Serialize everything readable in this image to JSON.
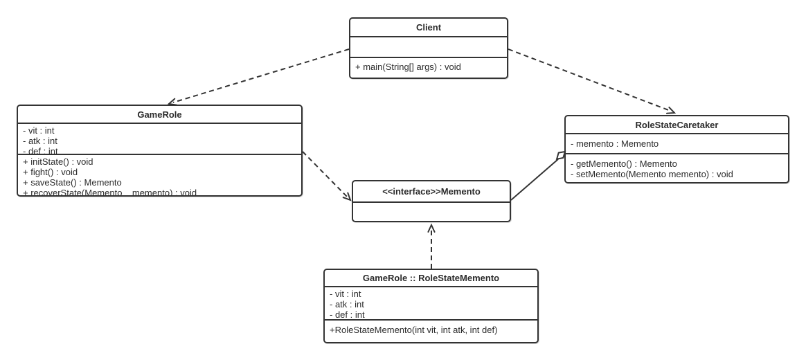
{
  "colors": {
    "line": "#333333",
    "text": "#2b2b2b",
    "background": "#ffffff"
  },
  "classes": {
    "client": {
      "name": "Client",
      "attributes": [],
      "methods": [
        "+ main(String[] args) : void"
      ]
    },
    "game_role": {
      "name": "GameRole",
      "attributes": [
        "- vit : int",
        "- atk : int",
        "- def : int"
      ],
      "methods": [
        "+ initState() : void",
        "+ fight() : void",
        "+ saveState() : Memento",
        "+ recoverState(Memento    memento) : void"
      ]
    },
    "role_state_caretaker": {
      "name": "RoleStateCaretaker",
      "attributes": [
        "- memento : Memento"
      ],
      "methods": [
        "- getMemento() : Memento",
        "- setMemento(Memento memento) : void"
      ]
    },
    "memento": {
      "name": "<<interface>>Memento",
      "attributes": [],
      "methods": []
    },
    "role_state_memento": {
      "name": "GameRole :: RoleStateMemento",
      "attributes": [
        "- vit : int",
        "- atk : int",
        "- def : int"
      ],
      "methods": [
        "+RoleStateMemento(int vit, int atk, int def)"
      ]
    }
  },
  "relationships": [
    {
      "from": "Client",
      "to": "GameRole",
      "type": "dependency",
      "line": "dashed",
      "head": "open-arrow"
    },
    {
      "from": "Client",
      "to": "RoleStateCaretaker",
      "type": "dependency",
      "line": "dashed",
      "head": "open-arrow"
    },
    {
      "from": "GameRole",
      "to": "Memento",
      "type": "dependency",
      "line": "dashed",
      "head": "open-arrow"
    },
    {
      "from": "RoleStateCaretaker",
      "to": "Memento",
      "type": "aggregation",
      "line": "solid",
      "head": "hollow-diamond-at-caretaker"
    },
    {
      "from": "GameRole :: RoleStateMemento",
      "to": "Memento",
      "type": "realization",
      "line": "dashed",
      "head": "open-arrow"
    }
  ]
}
